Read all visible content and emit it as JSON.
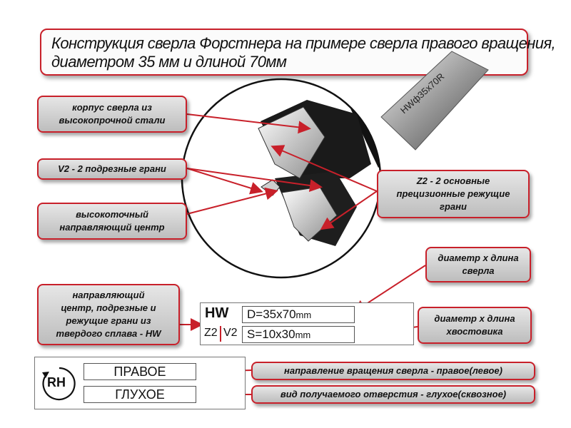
{
  "title": {
    "line1": "Конструкция сверла Форстнера на примере сверла правого вращения,",
    "line2": "диаметром 35 мм и длиной 70мм"
  },
  "callouts": {
    "body": "корпус сверла из\nвысокопрочной стали",
    "v2": "V2 - 2 подрезные грани",
    "center": "высокоточный\nнаправляющий центр",
    "z2": "Z2 - 2 основные\nпрецизионные режущие\nграни",
    "diam_len_drill": "диаметр х длина\nсверла",
    "hw": "направляющий\nцентр, подрезные и\nрежущие грани из\nтвердого сплава - HW",
    "diam_len_shank": "диаметр х длина\nхвостовика",
    "rotation": "направление вращения сверла - правое(левое)",
    "hole_type": "вид получаемого отверстия - глухое(сквозное)"
  },
  "shank_engraving": "HWф35x70R",
  "spec_plate": {
    "hw": "HW",
    "z2": "Z2",
    "v2": "V2",
    "d_prefix": "D=35x70",
    "d_unit": "mm",
    "s_prefix": "S=10x30",
    "s_unit": "mm"
  },
  "rotation_plate": {
    "badge": "RH",
    "direction": "ПРАВОЕ",
    "hole": "ГЛУХОЕ"
  },
  "colors": {
    "accent_red": "#c8202a",
    "callout_gray": "#cfcfcf",
    "carbide": "#d9d9d9",
    "steel_body": "#1a1a1a"
  }
}
